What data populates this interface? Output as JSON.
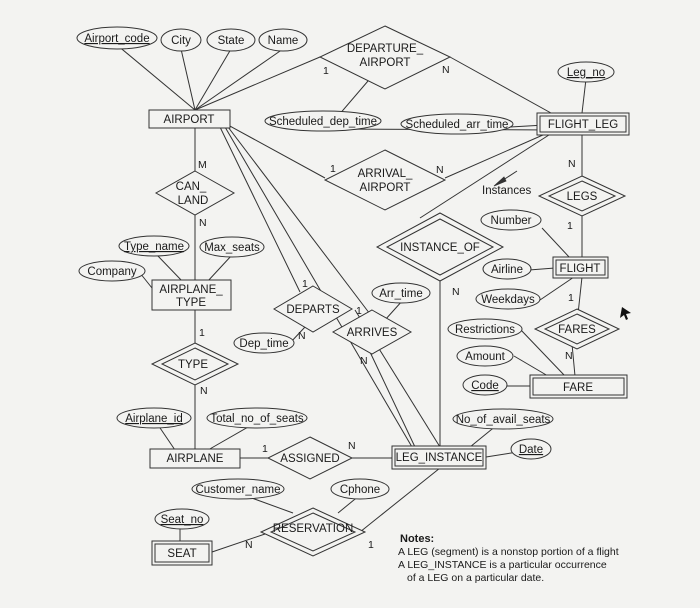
{
  "entities": {
    "airport": "AIRPORT",
    "flight_leg": "FLIGHT_LEG",
    "airplane_type": [
      "AIRPLANE_",
      "TYPE"
    ],
    "flight": "FLIGHT",
    "fare": "FARE",
    "airplane": "AIRPLANE",
    "leg_instance": "LEG_INSTANCE",
    "seat": "SEAT"
  },
  "relationships": {
    "departure_airport": [
      "DEPARTURE_",
      "AIRPORT"
    ],
    "arrival_airport": [
      "ARRIVAL_",
      "AIRPORT"
    ],
    "can_land": [
      "CAN_",
      "LAND"
    ],
    "legs": "LEGS",
    "instance_of": "INSTANCE_OF",
    "departs": "DEPARTS",
    "arrives": "ARRIVES",
    "fares": "FARES",
    "type": "TYPE",
    "assigned": "ASSIGNED",
    "reservation": "RESERVATION"
  },
  "attributes": {
    "airport_code": "Airport_code",
    "city": "City",
    "state": "State",
    "name": "Name",
    "leg_no": "Leg_no",
    "scheduled_dep_time": "Scheduled_dep_time",
    "scheduled_arr_time": "Scheduled_arr_time",
    "instances": "Instances",
    "number": "Number",
    "airline": "Airline",
    "weekdays": "Weekdays",
    "restrictions": "Restrictions",
    "amount": "Amount",
    "code": "Code",
    "type_name": "Type_name",
    "max_seats": "Max_seats",
    "company": "Company",
    "arr_time": "Arr_time",
    "dep_time": "Dep_time",
    "airplane_id": "Airplane_id",
    "total_no_of_seats": "Total_no_of_seats",
    "no_of_avail_seats": "No_of_avail_seats",
    "date": "Date",
    "customer_name": "Customer_name",
    "cphone": "Cphone",
    "seat_no": "Seat_no"
  },
  "cardinalities": {
    "dep_airport_1": "1",
    "dep_flight_leg_n": "N",
    "arr_airport_1": "1",
    "arr_flight_leg_n": "N",
    "can_land_m": "M",
    "can_land_n": "N",
    "legs_n": "N",
    "legs_1": "1",
    "instance_of_n": "N",
    "departs_1_top": "1",
    "departs_1_right": "1",
    "departs_n": "N",
    "arrives_n": "N",
    "flight_1": "1",
    "fares_n": "N",
    "type_1": "1",
    "type_n": "N",
    "assigned_1": "1",
    "assigned_n": "N",
    "reservation_n": "N",
    "reservation_1": "1"
  },
  "notes": {
    "title": "Notes:",
    "line1": "A LEG (segment) is a nonstop portion of a flight",
    "line2": "A LEG_INSTANCE is a particular occurrence",
    "line3": "of a LEG on a particular date."
  }
}
